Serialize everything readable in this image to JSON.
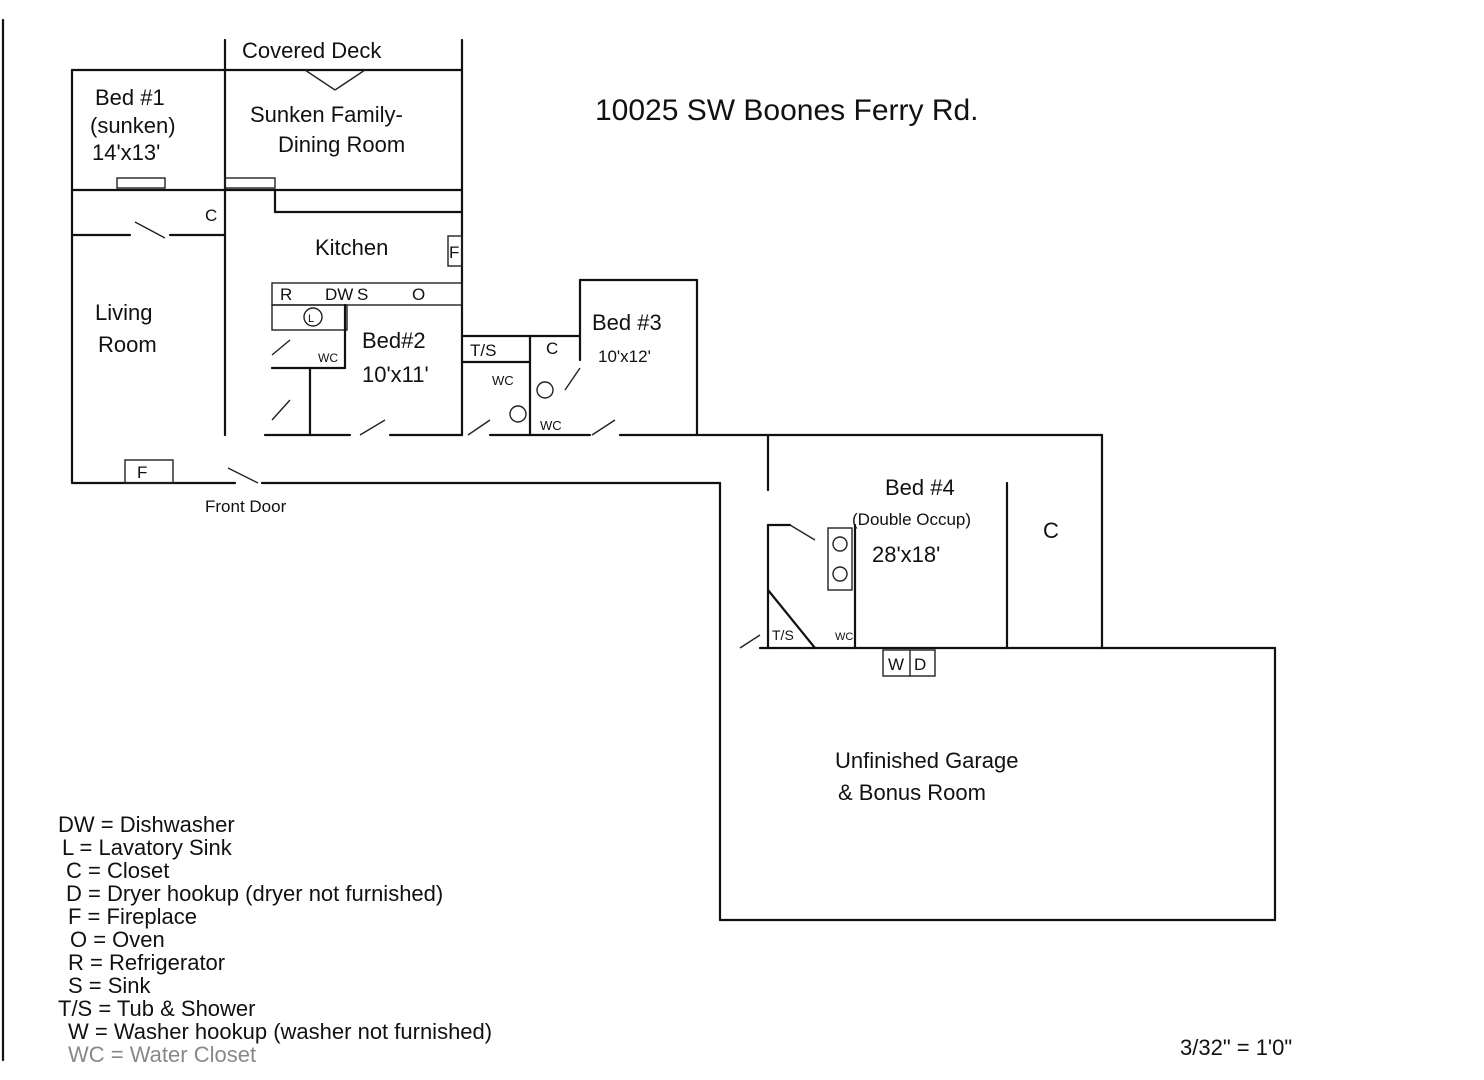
{
  "address": "10025 SW Boones Ferry Rd.",
  "scale": "3/32\" = 1'0\"",
  "rooms": {
    "covered_deck": "Covered Deck",
    "bed1": {
      "name": "Bed #1",
      "note": "(sunken)",
      "size": "14'x13'"
    },
    "family": {
      "name": "Sunken Family-",
      "name2": "Dining Room"
    },
    "kitchen": "Kitchen",
    "living": {
      "name": "Living",
      "name2": "Room"
    },
    "bed2": {
      "name": "Bed#2",
      "size": "10'x11'"
    },
    "bed3": {
      "name": "Bed #3",
      "size": "10'x12'"
    },
    "bed4": {
      "name": "Bed #4",
      "note": "(Double Occup)",
      "size": "28'x18'"
    },
    "garage": {
      "name": "Unfinished Garage",
      "name2": "& Bonus Room"
    },
    "front_door": "Front Door"
  },
  "fixtures": {
    "C": "C",
    "F": "F",
    "R": "R",
    "DW": "DW",
    "S": "S",
    "O": "O",
    "L": "L",
    "WC": "WC",
    "TS": "T/S",
    "W": "W",
    "D": "D"
  },
  "legend": [
    "DW = Dishwasher",
    "L = Lavatory Sink",
    "C = Closet",
    "D = Dryer hookup (dryer not furnished)",
    "F = Fireplace",
    "O = Oven",
    "R = Refrigerator",
    "S = Sink",
    "T/S = Tub & Shower",
    "W = Washer hookup (washer not furnished)",
    "WC = Water Closet"
  ]
}
